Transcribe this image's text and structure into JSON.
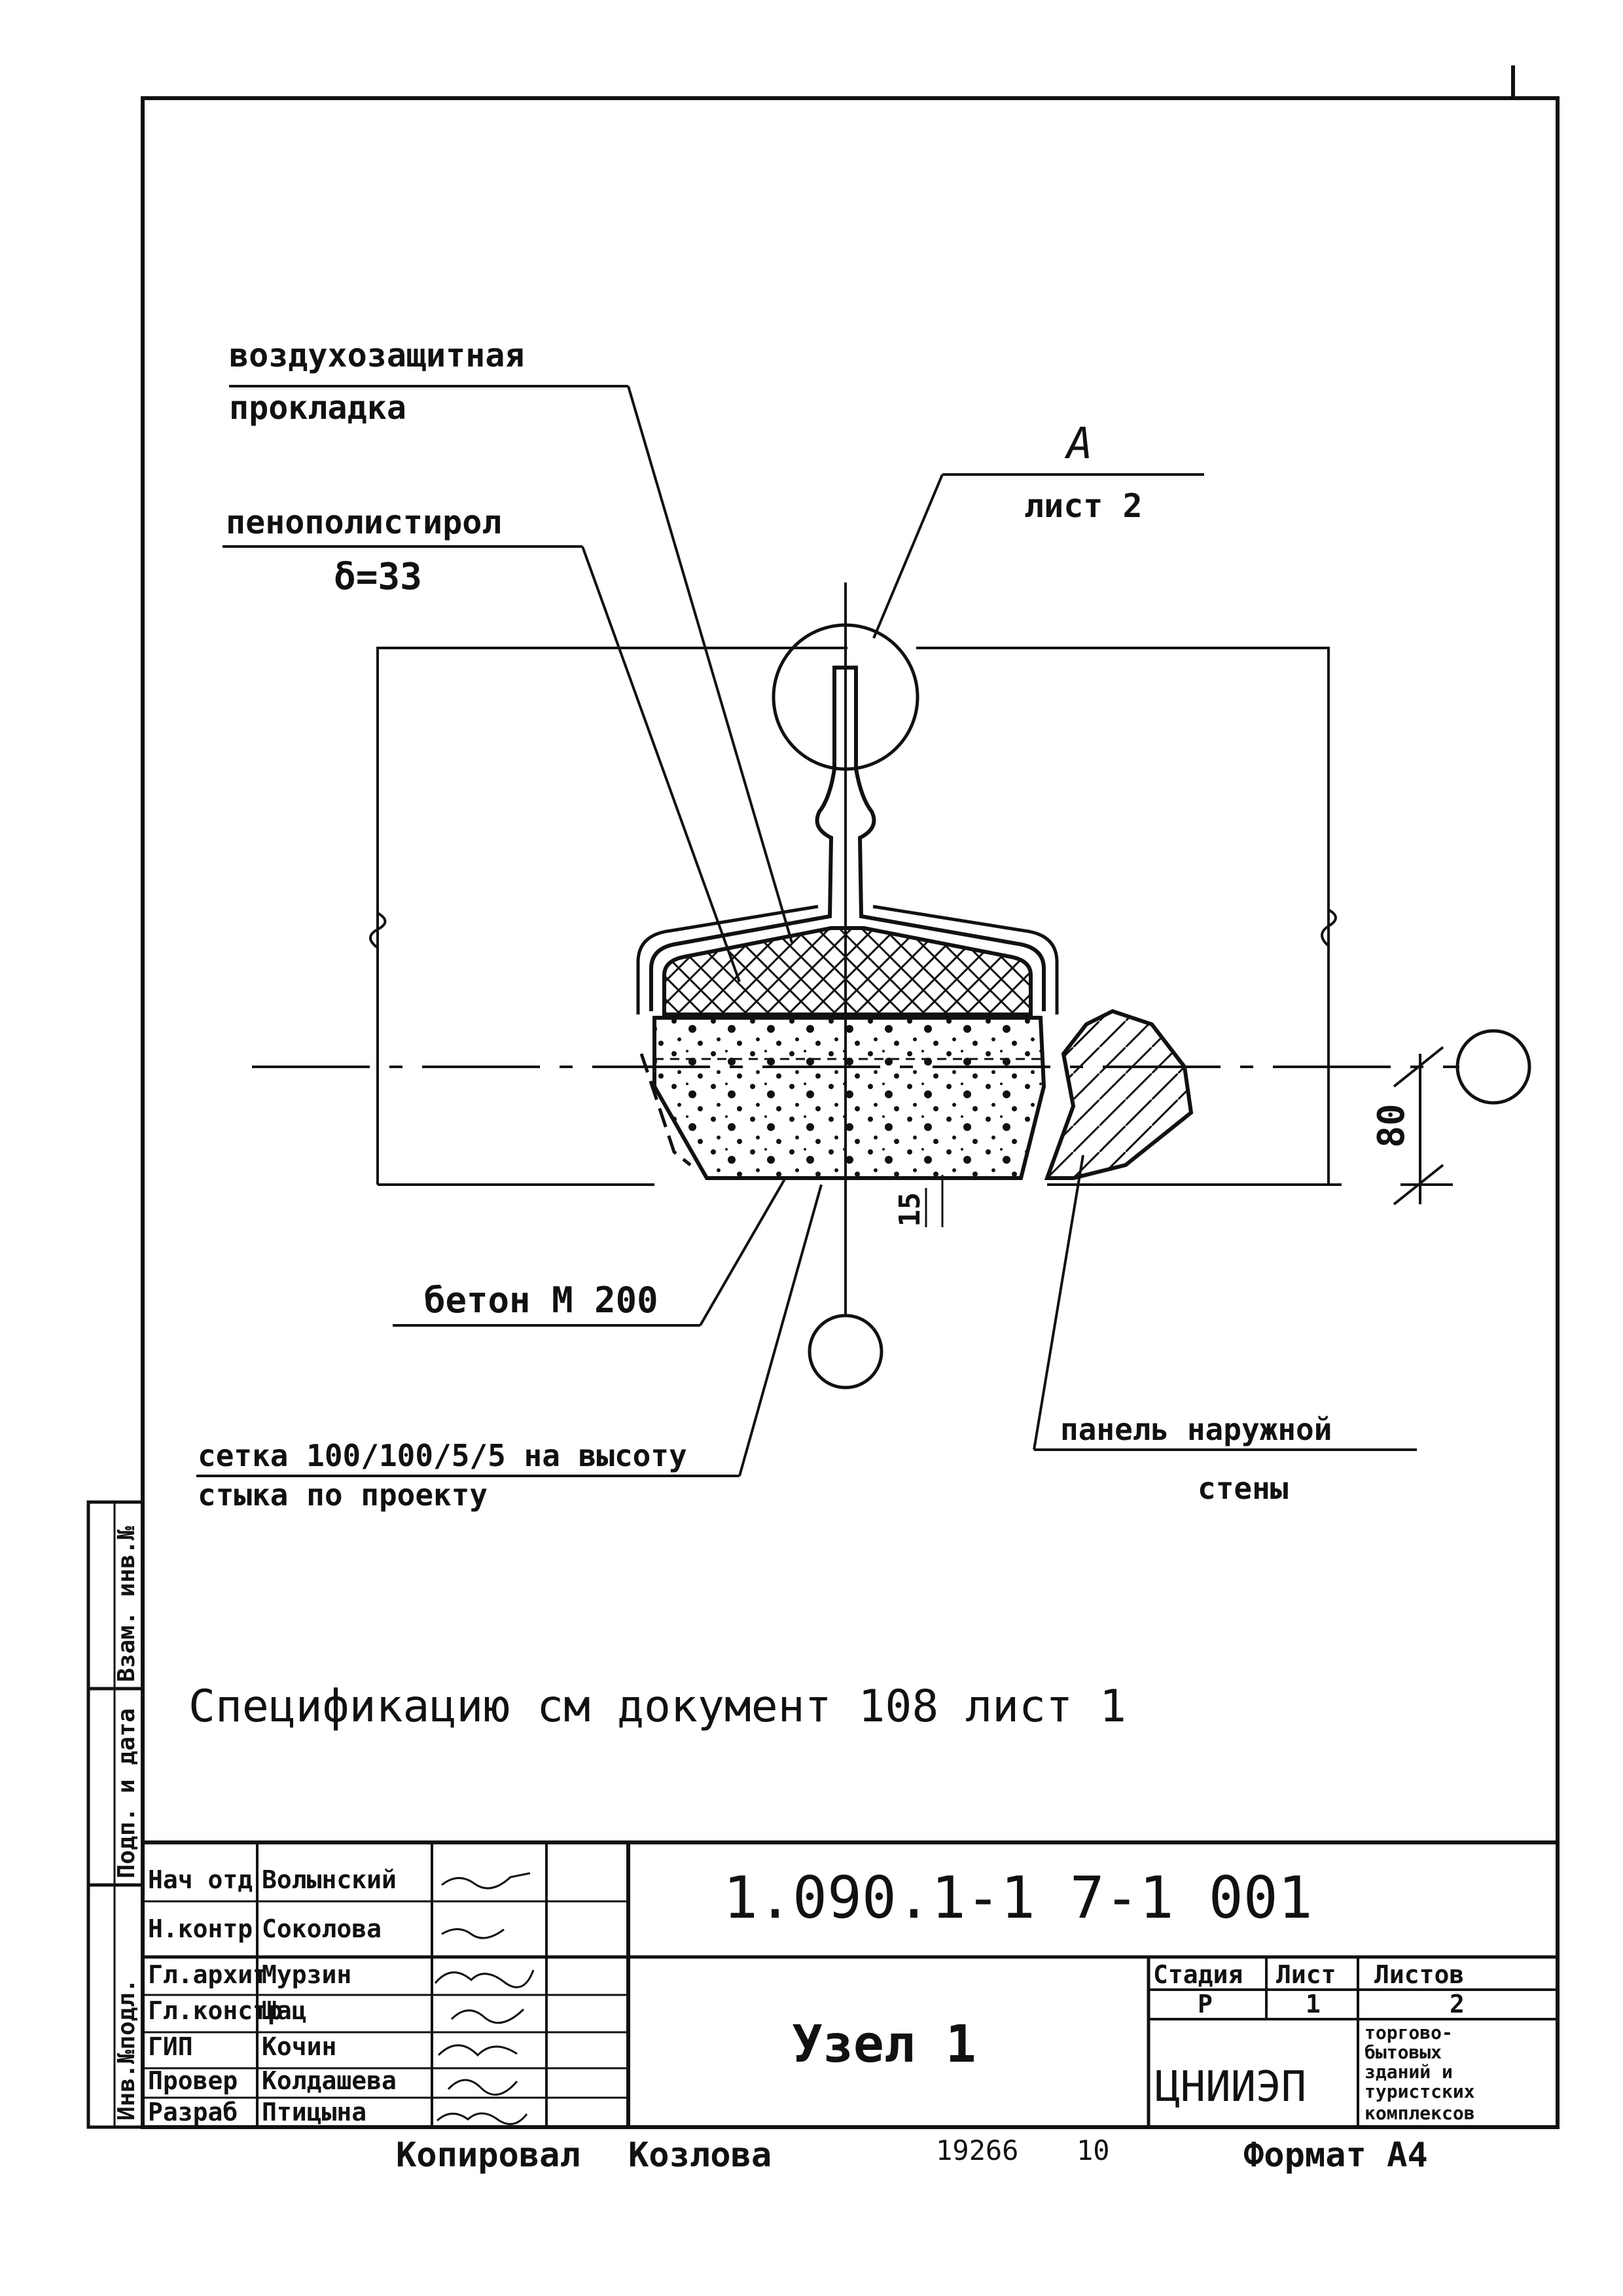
{
  "labels": {
    "barrier_1": "воздухозащитная",
    "barrier_2": "прокладка",
    "foam_1": "пенополистирол",
    "foam_2": "δ=33",
    "ref_letter": "А",
    "ref_sheet": "лист 2",
    "concrete": "бетон М 200",
    "mesh_1": "сетка 100/100/5/5 на высоту",
    "mesh_2": "стыка по проекту",
    "panel_1": "панель наружной",
    "panel_2": "стены"
  },
  "dimensions": {
    "d80": "80",
    "d15": "15"
  },
  "spec_note": "Спецификацию см документ 108 лист 1",
  "side_stamp": [
    "Инв.№подл.",
    "Подп. и дата",
    "Взам. инв.№"
  ],
  "title_block": {
    "doc_number": "1.090.1-1 7-1 001",
    "title": "Узел 1",
    "roles": [
      "Нач отд",
      "Н.контр",
      "Гл.архит",
      "Гл.констр",
      "ГИП",
      "Провер",
      "Разраб"
    ],
    "names": [
      "Волынский",
      "Соколова",
      "Мурзин",
      "Шац",
      "Кочин",
      "Колдашева",
      "Птицына"
    ],
    "stage_hdr": "Стадия",
    "sheet_hdr": "Лист",
    "sheets_hdr": "Листов",
    "stage": "Р",
    "sheet": "1",
    "sheets": "2",
    "org": "ЦНИИЭП",
    "org_sub": [
      "торгово-",
      "бытовых",
      "зданий и",
      "туристских",
      "комплексов"
    ]
  },
  "footer": {
    "copied": "Копировал",
    "copier": "Козлова",
    "num": "19266",
    "num2": "10",
    "format": "Формат А4"
  }
}
